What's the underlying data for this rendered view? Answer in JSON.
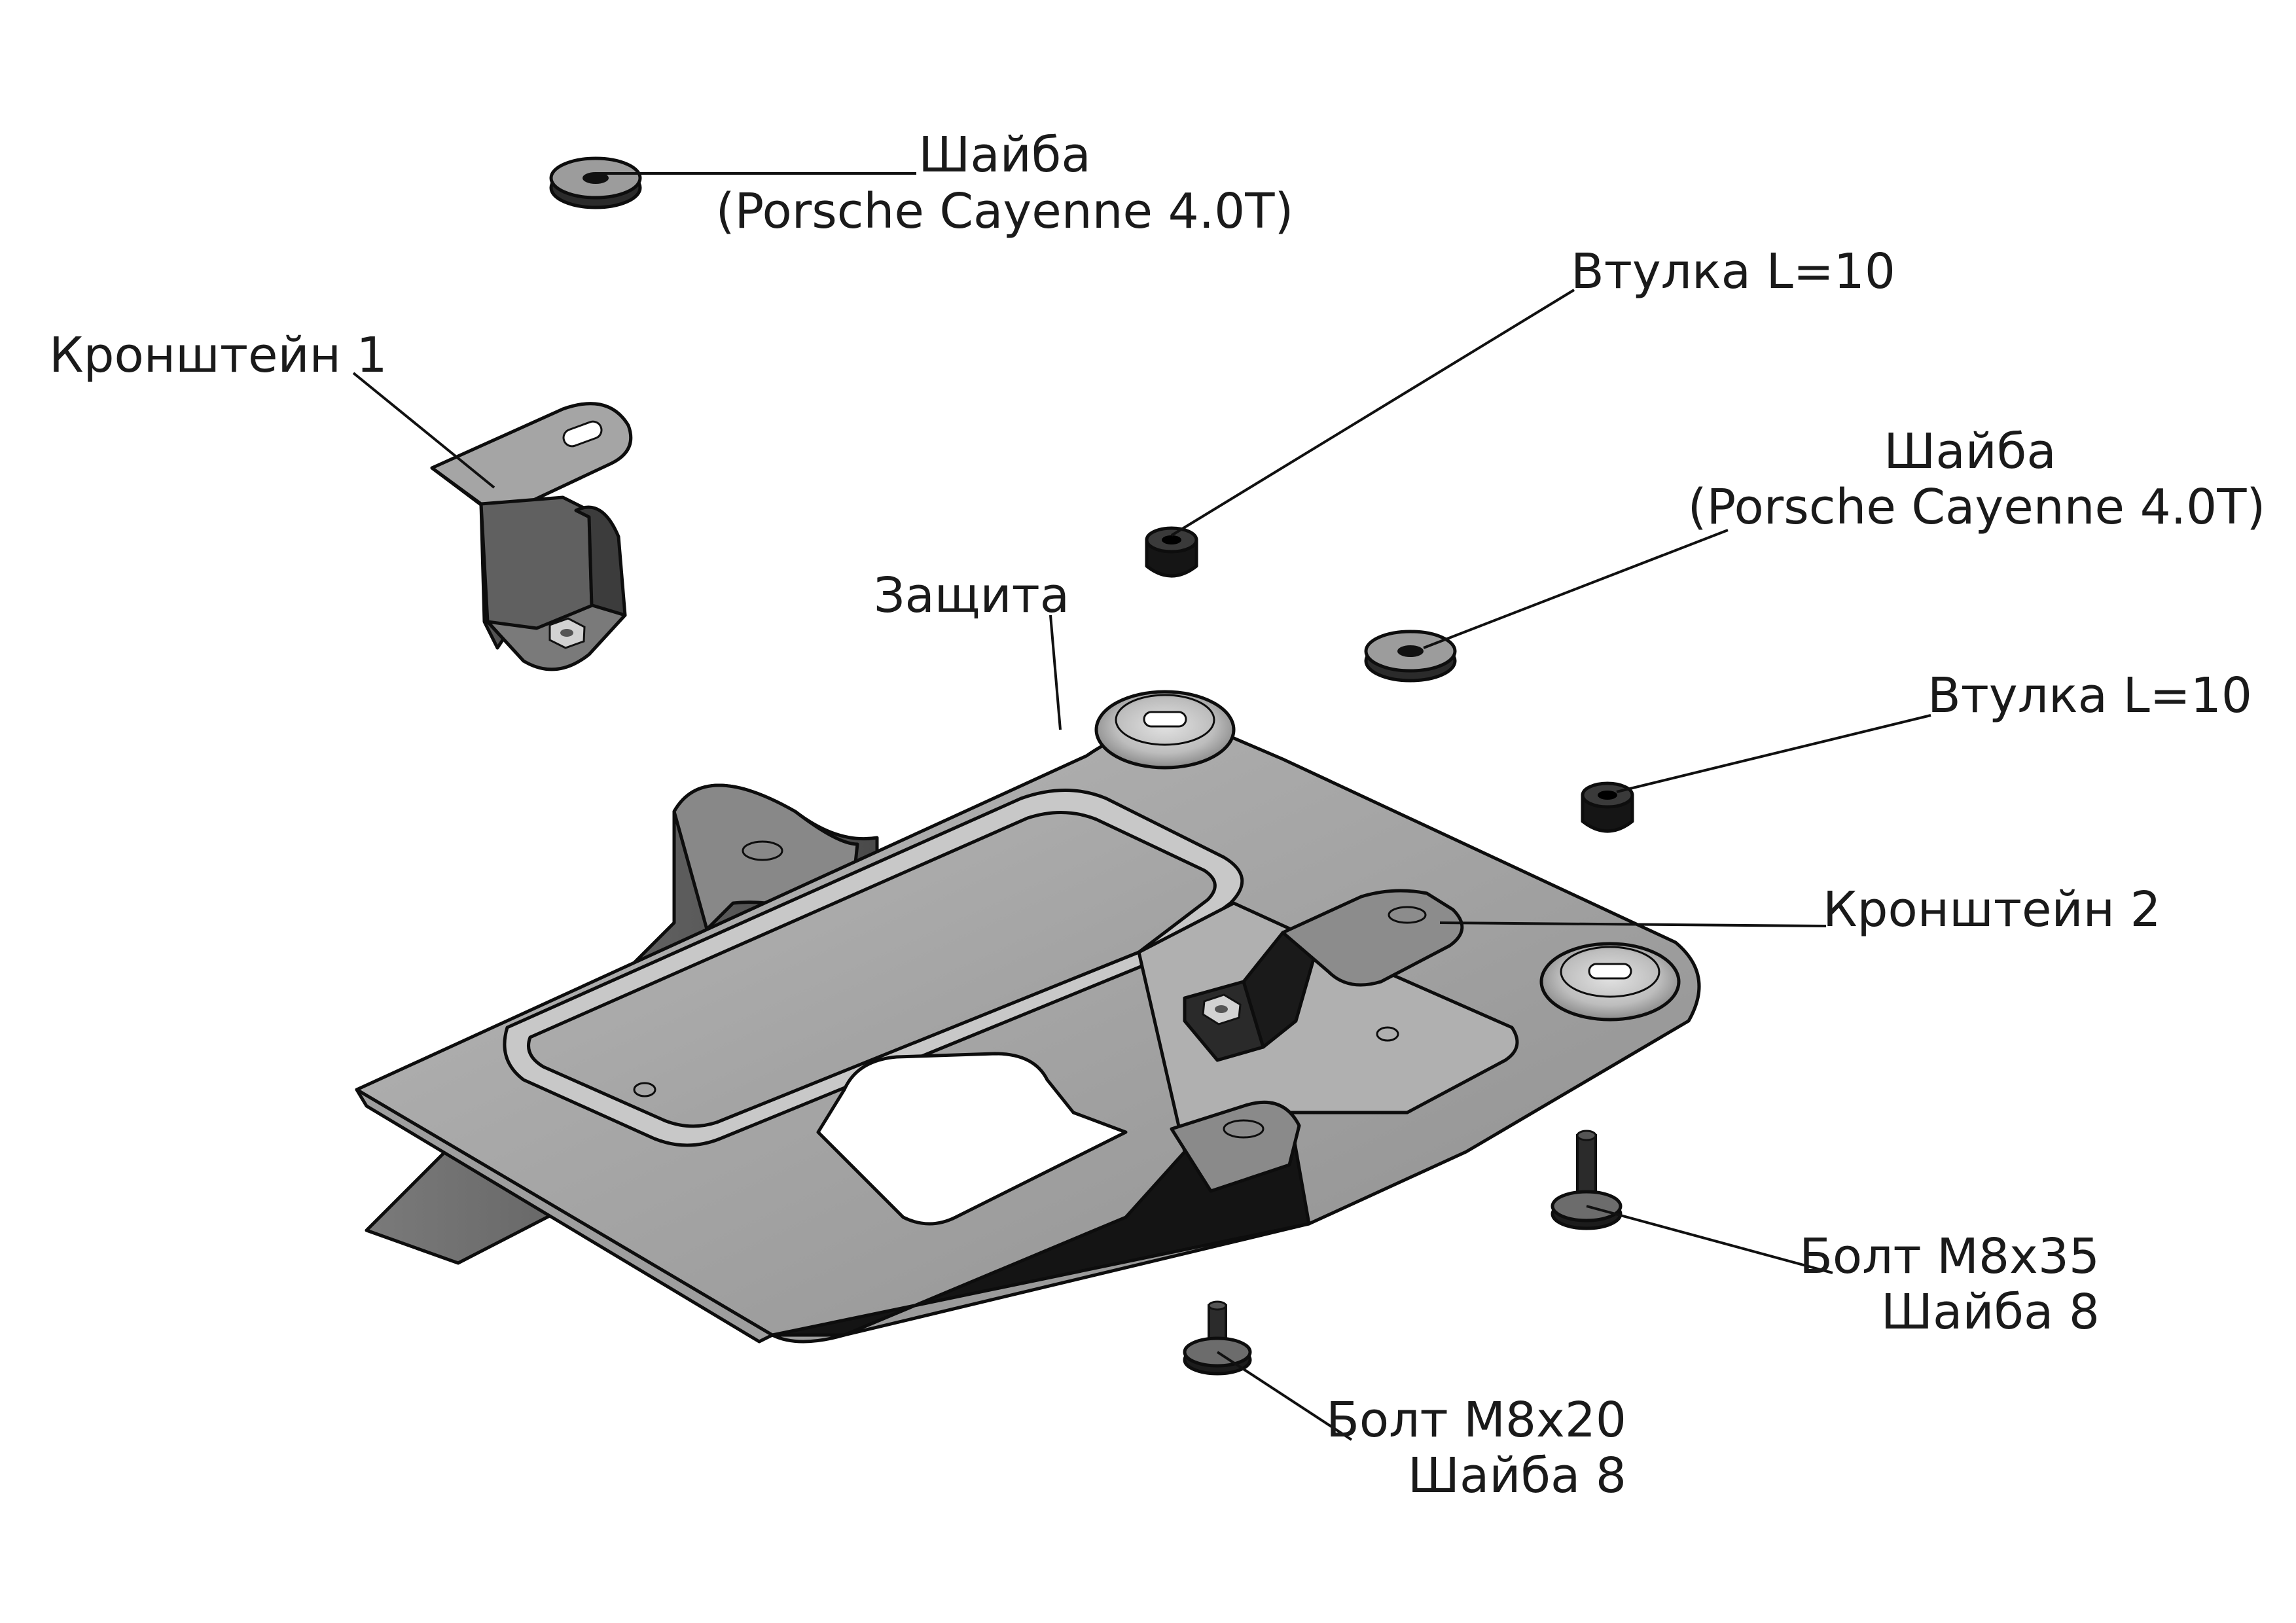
{
  "labels": {
    "washer_top": {
      "line1": "Шайба",
      "line2": "(Porsche Cayenne 4.0T)"
    },
    "bushing_top": "Втулка L=10",
    "bracket_1": "Кронштейн 1",
    "washer_right": {
      "line1": "Шайба",
      "line2": "(Porsche Cayenne 4.0T)"
    },
    "guard": "Защита",
    "bushing_right": "Втулка L=10",
    "bracket_2": "Кронштейн 2",
    "bolt_m8x35": {
      "line1": "Болт М8х35",
      "line2": "Шайба 8"
    },
    "bolt_m8x20": {
      "line1": "Болт М8х20",
      "line2": "Шайба 8"
    }
  },
  "colors": {
    "plate": "#a9a9a9",
    "plate_light": "#c6c6c6",
    "plate_dark": "#6e6e6e",
    "black_part": "#111111",
    "outline": "#0d0d0d"
  }
}
